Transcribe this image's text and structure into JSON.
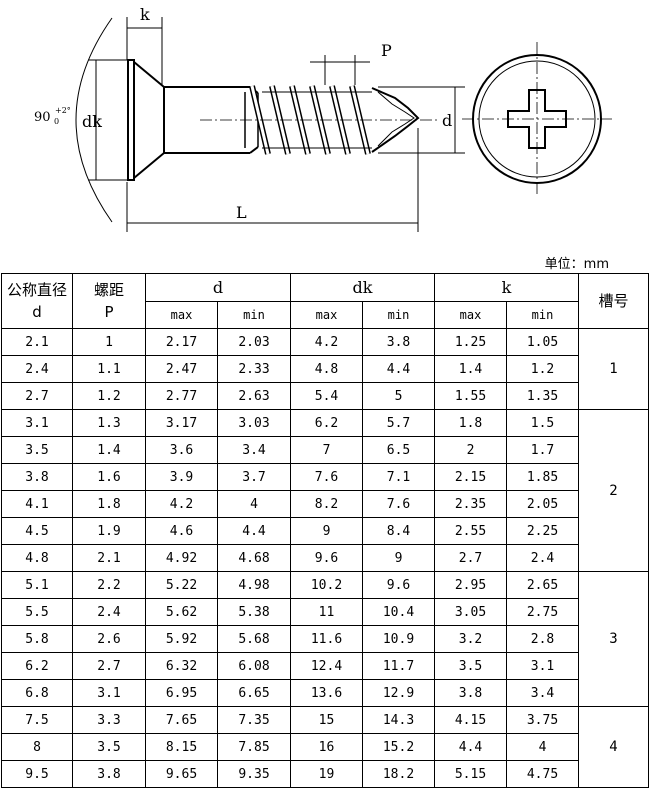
{
  "drawing": {
    "label_k": "k",
    "label_p": "P",
    "label_angle": "90",
    "label_angle_tol": "+2°",
    "label_angle_tol_low": "0",
    "label_dk": "dk",
    "label_d": "d",
    "label_l": "L"
  },
  "unit": "单位：mm",
  "table": {
    "headers": {
      "d_top": "公称直径",
      "d_bottom": "d",
      "p_top": "螺距",
      "p_bottom": "P",
      "group_d": "d",
      "group_dk": "dk",
      "group_k": "k",
      "max": "max",
      "min": "min",
      "slot": "槽号"
    },
    "rows": [
      [
        "2.1",
        "1",
        "2.17",
        "2.03",
        "4.2",
        "3.8",
        "1.25",
        "1.05"
      ],
      [
        "2.4",
        "1.1",
        "2.47",
        "2.33",
        "4.8",
        "4.4",
        "1.4",
        "1.2"
      ],
      [
        "2.7",
        "1.2",
        "2.77",
        "2.63",
        "5.4",
        "5",
        "1.55",
        "1.35"
      ],
      [
        "3.1",
        "1.3",
        "3.17",
        "3.03",
        "6.2",
        "5.7",
        "1.8",
        "1.5"
      ],
      [
        "3.5",
        "1.4",
        "3.6",
        "3.4",
        "7",
        "6.5",
        "2",
        "1.7"
      ],
      [
        "3.8",
        "1.6",
        "3.9",
        "3.7",
        "7.6",
        "7.1",
        "2.15",
        "1.85"
      ],
      [
        "4.1",
        "1.8",
        "4.2",
        "4",
        "8.2",
        "7.6",
        "2.35",
        "2.05"
      ],
      [
        "4.5",
        "1.9",
        "4.6",
        "4.4",
        "9",
        "8.4",
        "2.55",
        "2.25"
      ],
      [
        "4.8",
        "2.1",
        "4.92",
        "4.68",
        "9.6",
        "9",
        "2.7",
        "2.4"
      ],
      [
        "5.1",
        "2.2",
        "5.22",
        "4.98",
        "10.2",
        "9.6",
        "2.95",
        "2.65"
      ],
      [
        "5.5",
        "2.4",
        "5.62",
        "5.38",
        "11",
        "10.4",
        "3.05",
        "2.75"
      ],
      [
        "5.8",
        "2.6",
        "5.92",
        "5.68",
        "11.6",
        "10.9",
        "3.2",
        "2.8"
      ],
      [
        "6.2",
        "2.7",
        "6.32",
        "6.08",
        "12.4",
        "11.7",
        "3.5",
        "3.1"
      ],
      [
        "6.8",
        "3.1",
        "6.95",
        "6.65",
        "13.6",
        "12.9",
        "3.8",
        "3.4"
      ],
      [
        "7.5",
        "3.3",
        "7.65",
        "7.35",
        "15",
        "14.3",
        "4.15",
        "3.75"
      ],
      [
        "8",
        "3.5",
        "8.15",
        "7.85",
        "16",
        "15.2",
        "4.4",
        "4"
      ],
      [
        "9.5",
        "3.8",
        "9.65",
        "9.35",
        "19",
        "18.2",
        "5.15",
        "4.75"
      ]
    ],
    "slots": [
      {
        "label": "1",
        "span": 3
      },
      {
        "label": "2",
        "span": 6
      },
      {
        "label": "3",
        "span": 5
      },
      {
        "label": "4",
        "span": 3
      }
    ]
  }
}
